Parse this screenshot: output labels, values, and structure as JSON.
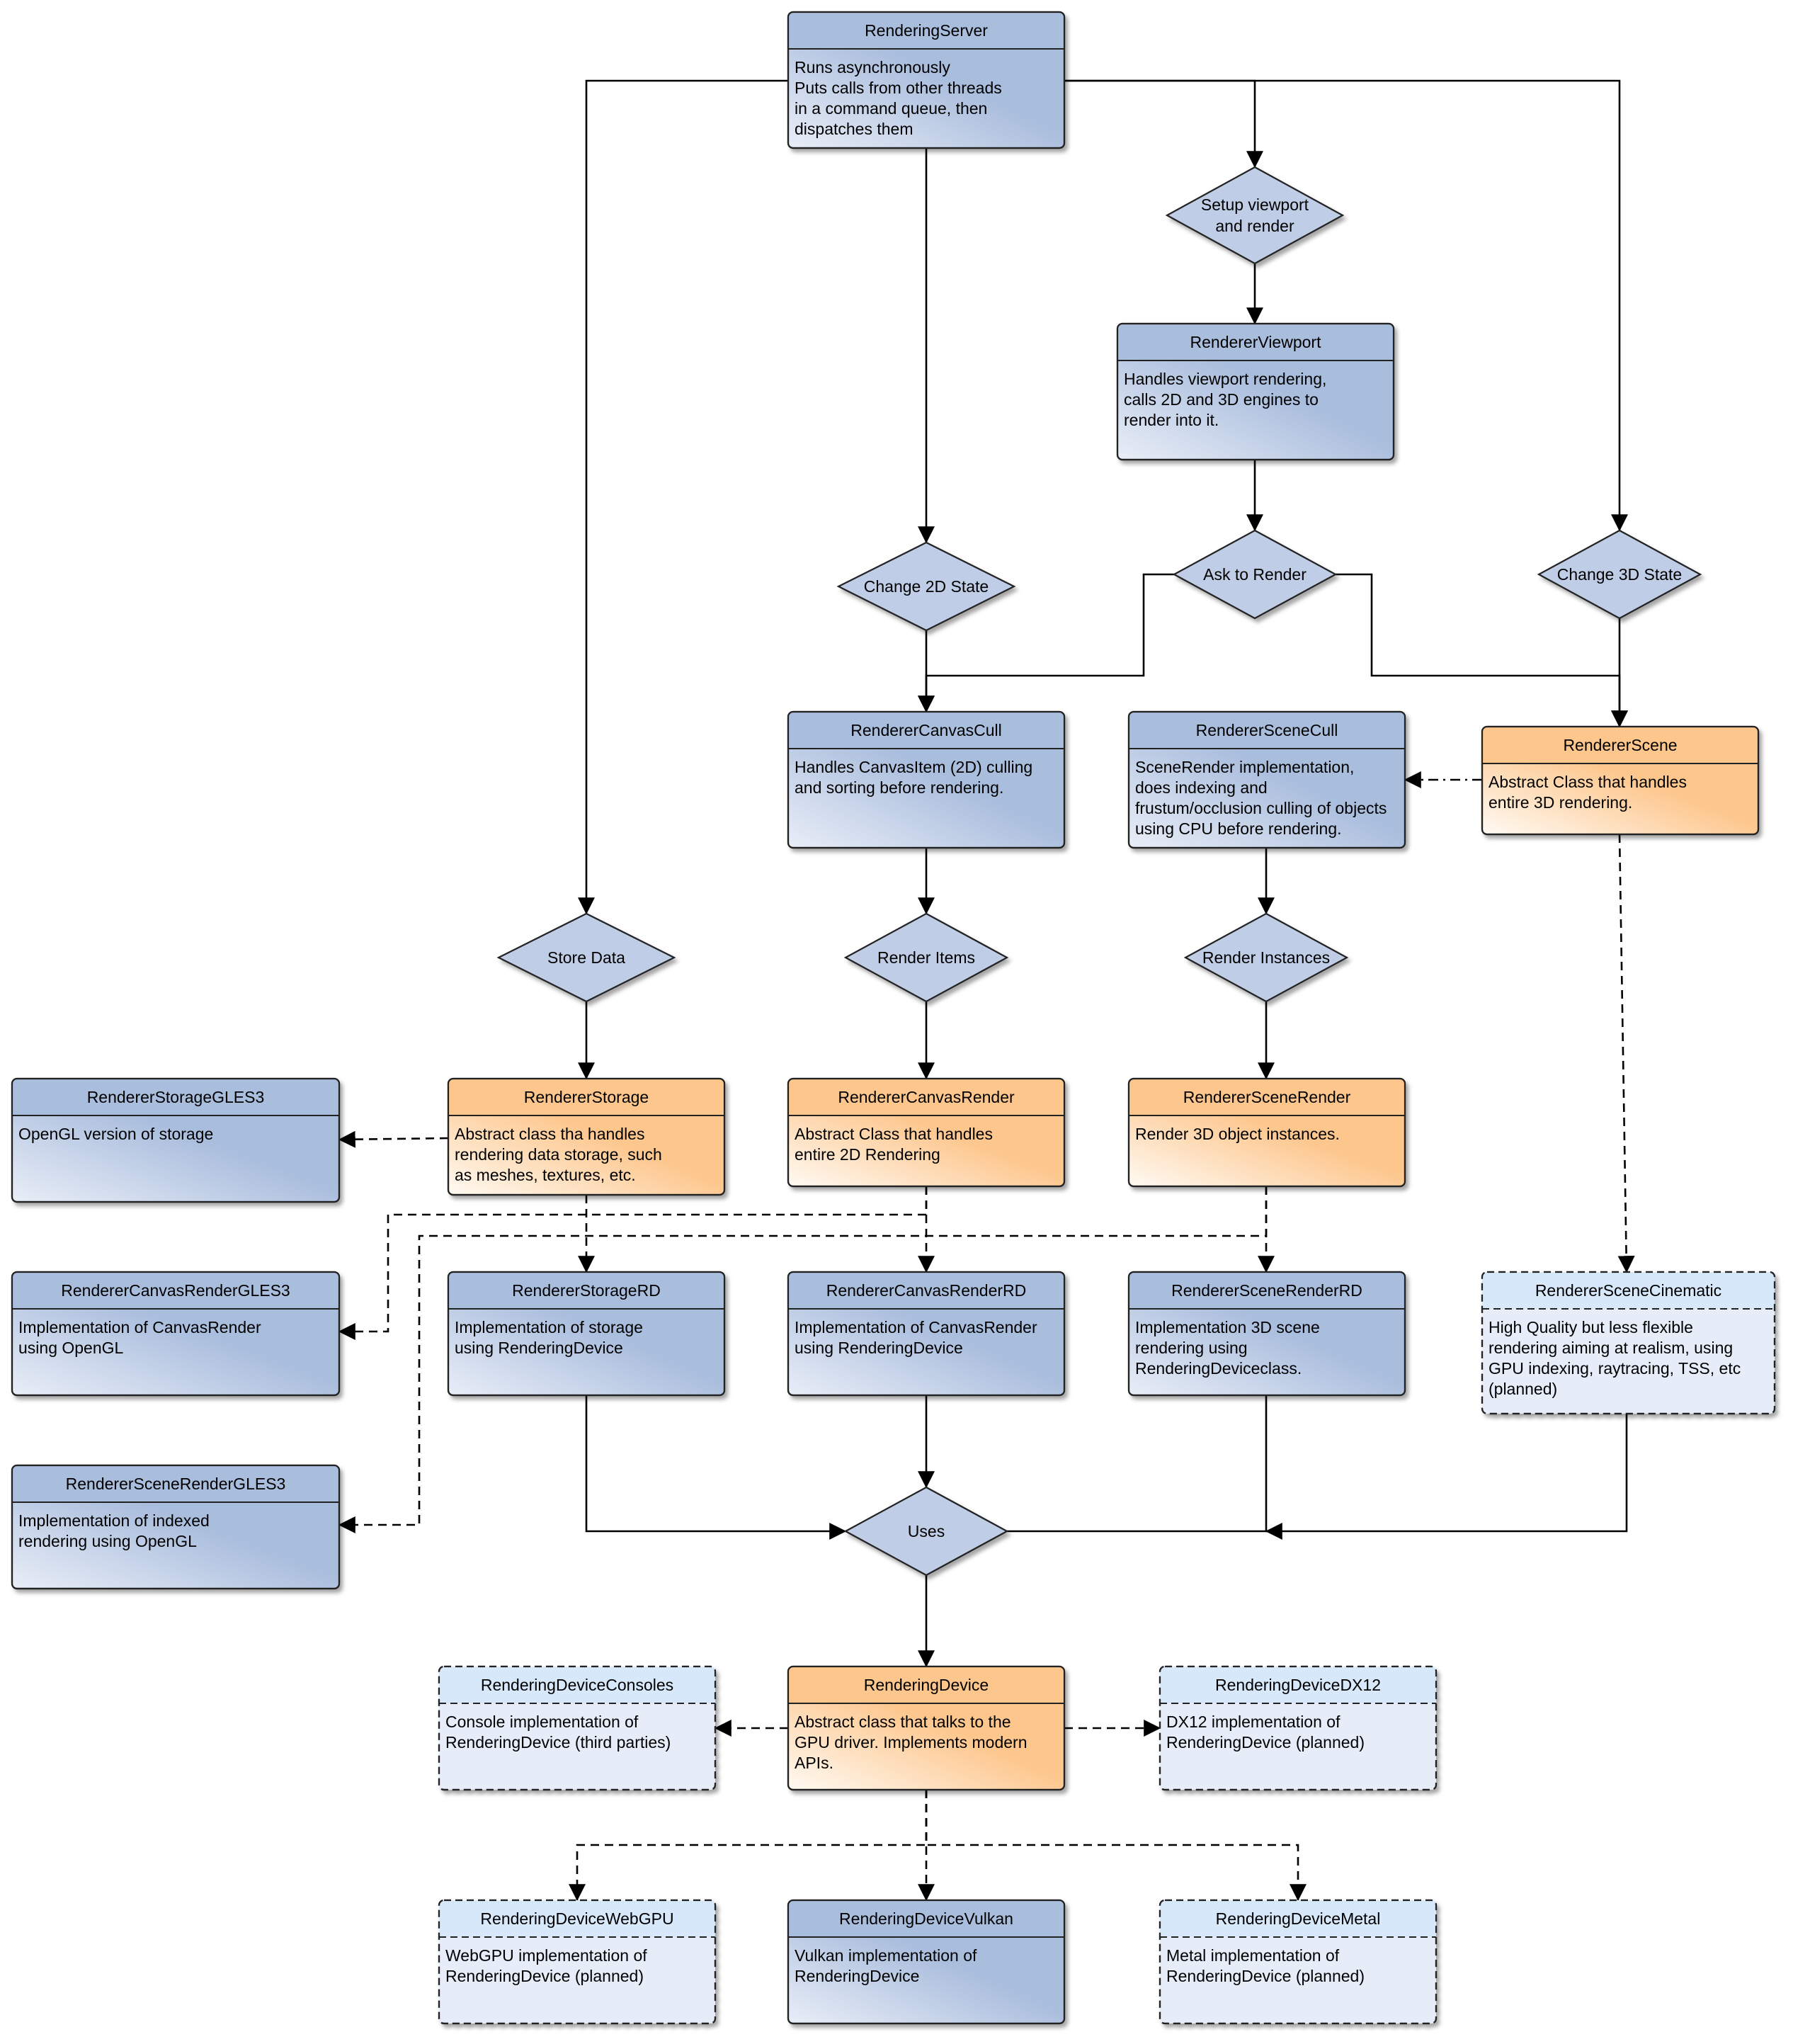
{
  "colors": {
    "blue_dark": "#a9bddd",
    "blue_light": "#e9eef7",
    "orange_dark": "#fdc68c",
    "orange_light": "#fffaf3",
    "planned_fill": "#e6edf8",
    "planned_header": "#d8e8fb",
    "diamond_fill": "#bfcde6",
    "stroke": "#222222"
  },
  "nodes": {
    "rendering_server": {
      "title": "RenderingServer",
      "lines": [
        "Runs asynchronously",
        "Puts calls from other threads",
        "in a command queue, then",
        "dispatches them"
      ]
    },
    "renderer_viewport": {
      "title": "RendererViewport",
      "lines": [
        "Handles viewport rendering,",
        "calls 2D and 3D engines to",
        "render into it."
      ]
    },
    "renderer_canvas_cull": {
      "title": "RendererCanvasCull",
      "lines": [
        "Handles CanvasItem (2D) culling",
        "and sorting before rendering."
      ]
    },
    "renderer_scene_cull": {
      "title": "RendererSceneCull",
      "lines": [
        "SceneRender implementation,",
        "does indexing and",
        "frustum/occlusion culling of objects",
        "using CPU before rendering."
      ]
    },
    "renderer_scene": {
      "title": "RendererScene",
      "lines": [
        "Abstract Class that handles",
        "entire 3D rendering."
      ]
    },
    "renderer_storage_gles3": {
      "title": "RendererStorageGLES3",
      "lines": [
        "OpenGL version of storage"
      ]
    },
    "renderer_storage": {
      "title": "RendererStorage",
      "lines": [
        "Abstract class tha handles",
        "rendering data storage, such",
        "as meshes, textures, etc."
      ]
    },
    "renderer_canvas_render": {
      "title": "RendererCanvasRender",
      "lines": [
        "Abstract Class that handles",
        "entire 2D Rendering"
      ]
    },
    "renderer_scene_render": {
      "title": "RendererSceneRender",
      "lines": [
        "Render 3D object instances."
      ]
    },
    "renderer_canvas_render_gles3": {
      "title": "RendererCanvasRenderGLES3",
      "lines": [
        "Implementation of CanvasRender",
        "using OpenGL"
      ]
    },
    "renderer_storage_rd": {
      "title": "RendererStorageRD",
      "lines": [
        "Implementation of storage",
        "using RenderingDevice"
      ]
    },
    "renderer_canvas_render_rd": {
      "title": "RendererCanvasRenderRD",
      "lines": [
        "Implementation of CanvasRender",
        "using RenderingDevice"
      ]
    },
    "renderer_scene_render_rd": {
      "title": "RendererSceneRenderRD",
      "lines": [
        "Implementation 3D scene",
        "rendering using",
        "RenderingDeviceclass."
      ]
    },
    "renderer_scene_cinematic": {
      "title": "RendererSceneCinematic",
      "lines": [
        "High Quality but less flexible",
        "rendering aiming at realism, using",
        "GPU indexing, raytracing, TSS, etc",
        "(planned)"
      ]
    },
    "renderer_scene_render_gles3": {
      "title": "RendererSceneRenderGLES3",
      "lines": [
        "Implementation of indexed",
        "rendering using OpenGL"
      ]
    },
    "rendering_device_consoles": {
      "title": "RenderingDeviceConsoles",
      "lines": [
        "Console implementation of",
        "RenderingDevice (third parties)"
      ]
    },
    "rendering_device": {
      "title": "RenderingDevice",
      "lines": [
        "Abstract class that talks to the",
        "GPU driver. Implements modern",
        "APIs."
      ]
    },
    "rendering_device_dx12": {
      "title": "RenderingDeviceDX12",
      "lines": [
        "DX12 implementation of",
        "RenderingDevice (planned)"
      ]
    },
    "rendering_device_webgpu": {
      "title": "RenderingDeviceWebGPU",
      "lines": [
        "WebGPU implementation of",
        "RenderingDevice (planned)"
      ]
    },
    "rendering_device_vulkan": {
      "title": "RenderingDeviceVulkan",
      "lines": [
        "Vulkan implementation of",
        "RenderingDevice"
      ]
    },
    "rendering_device_metal": {
      "title": "RenderingDeviceMetal",
      "lines": [
        "Metal implementation of",
        "RenderingDevice (planned)"
      ]
    }
  },
  "decisions": {
    "setup_viewport": {
      "lines": [
        "Setup viewport",
        "and render"
      ]
    },
    "change_2d_state": {
      "lines": [
        "Change 2D State"
      ]
    },
    "ask_to_render": {
      "lines": [
        "Ask to Render"
      ]
    },
    "change_3d_state": {
      "lines": [
        "Change 3D State"
      ]
    },
    "store_data": {
      "lines": [
        "Store Data"
      ]
    },
    "render_items": {
      "lines": [
        "Render Items"
      ]
    },
    "render_instances": {
      "lines": [
        "Render Instances"
      ]
    },
    "uses": {
      "lines": [
        "Uses"
      ]
    }
  }
}
